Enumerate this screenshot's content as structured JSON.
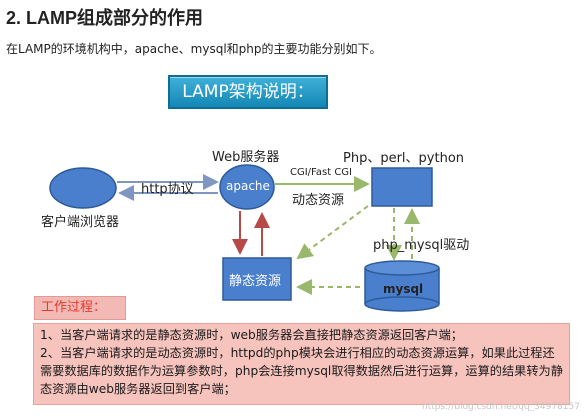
{
  "section": {
    "heading": "2. LAMP组成部分的作用",
    "intro": "在LAMP的环境机构中，apache、mysql和php的主要功能分别如下。"
  },
  "diagram": {
    "banner": "LAMP架构说明：",
    "web_server_label": "Web服务器",
    "apache_label": "apache",
    "http_label": "http协议",
    "client_label": "客户端浏览器",
    "cgi_label": "CGI/Fast CGI",
    "dynamic_label": "动态资源",
    "languages_label": "Php、perl、python",
    "driver_label": "php_mysql驱动",
    "static_label": "静态资源",
    "mysql_label": "mysql"
  },
  "process": {
    "title": "工作过程：",
    "lines": [
      "1、当客户端请求的是静态资源时，web服务器会直接把静态资源返回客户端；",
      "2、当客户端请求的是动态资源时，httpd的php模块会进行相应的动态资源运算，如果此过程还需要数据库的数据作为运算参数时，php会连接mysql取得数据然后进行运算，运算的结果转为静态资源由web服务器返回到客户端；"
    ]
  },
  "colors": {
    "shape_fill": "#4a7fcd",
    "shape_stroke": "#2d5a99",
    "http_arrow": "#7f96c2",
    "static_arrow": "#b54a48",
    "dashed_arrow": "#9ab86b",
    "banner": "#1f95c6",
    "process_bg": "#f6c3bd",
    "process_title": "#e43a2d"
  },
  "watermark": "https://blog.csdn.net/qq_34978157"
}
